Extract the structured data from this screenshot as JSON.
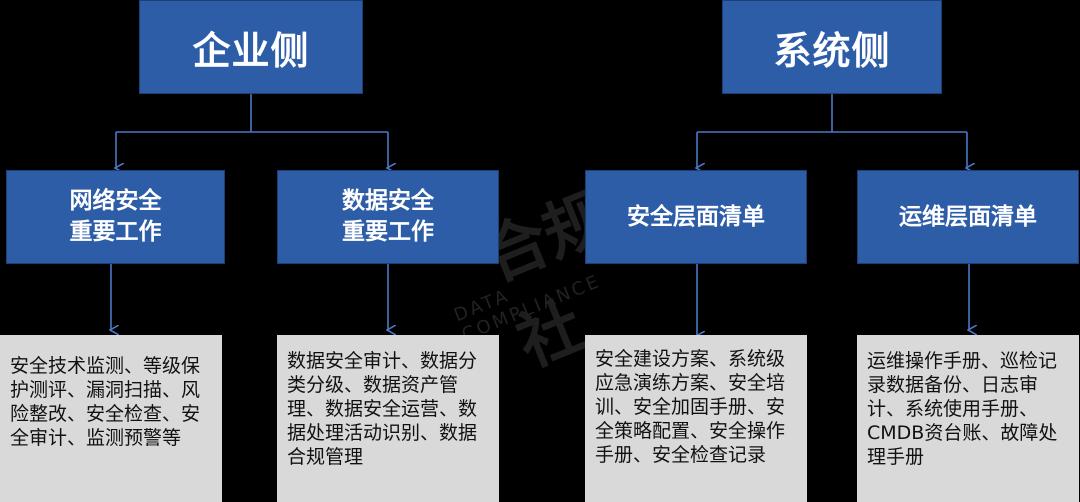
{
  "enterprise": {
    "title": "企业侧",
    "network": {
      "line1": "网络安全",
      "line2": "重要工作",
      "detail": "安全技术监测、等级保护测评、漏洞扫描、风险整改、安全检查、安全审计、监测预警等"
    },
    "data": {
      "line1": "数据安全",
      "line2": "重要工作",
      "detail": "数据安全审计、数据分类分级、数据资产管理、数据安全运营、数据处理活动识别、数据合规管理"
    }
  },
  "system": {
    "title": "系统侧",
    "security": {
      "label": "安全层面清单",
      "detail": "安全建设方案、系统级应急演练方案、安全培训、安全加固手册、安全策略配置、安全操作手册、安全检查记录"
    },
    "ops": {
      "label": "运维层面清单",
      "detail": "运维操作手册、巡检记录数据备份、日志审计、系统使用手册、CMDB资台账、故障处理手册"
    }
  },
  "watermark": {
    "big": "合规社",
    "small": "DATA COMPLIANCE"
  },
  "colors": {
    "box_blue": "#2e5da8",
    "detail_gray": "#d9d9d9",
    "connector": "#4a78c8",
    "background": "#000000"
  }
}
